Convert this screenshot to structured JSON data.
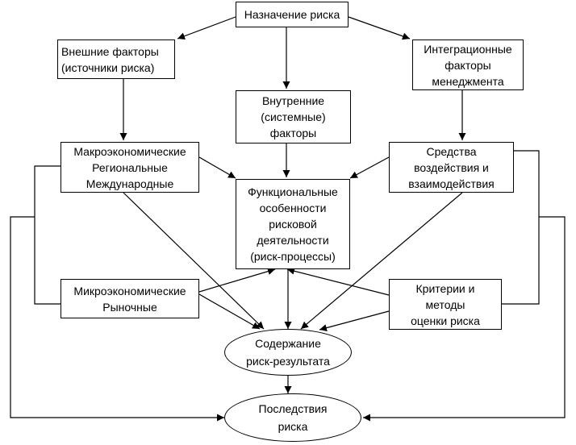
{
  "nodes": {
    "purpose": {
      "lines": [
        "Назначение риска"
      ]
    },
    "external": {
      "lines": [
        "Внешние факторы",
        "(источники риска)"
      ]
    },
    "integration": {
      "lines": [
        "Интеграционные",
        "факторы",
        "менеджмента"
      ]
    },
    "internal": {
      "lines": [
        "Внутренние",
        "(системные)",
        "факторы"
      ]
    },
    "macro": {
      "lines": [
        "Макроэкономические",
        "Региональные",
        "Международные"
      ]
    },
    "means": {
      "lines": [
        "Средства",
        "воздействия и",
        "взаимодействия"
      ]
    },
    "functional": {
      "lines": [
        "Функциональные",
        "особенности",
        "рисковой",
        "деятельности",
        "(риск-процессы)"
      ]
    },
    "micro": {
      "lines": [
        "Микроэкономические",
        "Рыночные"
      ]
    },
    "criteria": {
      "lines": [
        "Критерии и",
        "методы",
        "оценки риска"
      ]
    },
    "content": {
      "lines": [
        "Содержание",
        "риск-результата"
      ]
    },
    "consequences": {
      "lines": [
        "Последствия",
        "риска"
      ]
    }
  }
}
